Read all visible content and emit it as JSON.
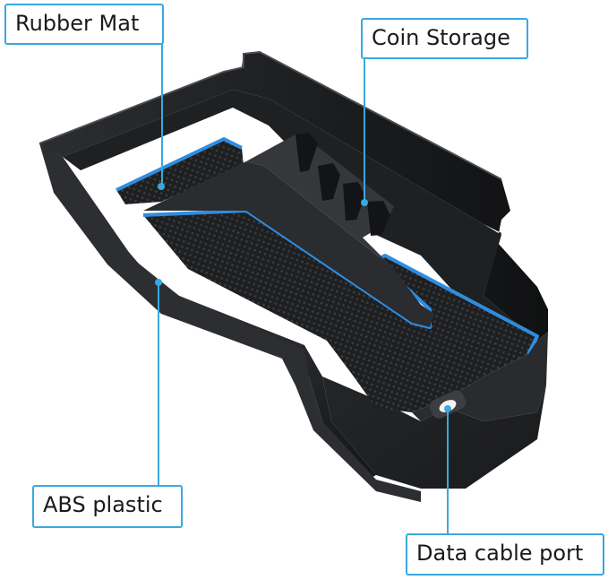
{
  "labels": {
    "rubber_mat": "Rubber Mat",
    "coin_storage": "Coin Storage",
    "abs_plastic": "ABS plastic",
    "data_cable_port": "Data cable port"
  },
  "colors": {
    "callout_border": "#3aa8e0",
    "tray_body": "#1c1d1f",
    "tray_shadow": "#0d0e0f",
    "tray_highlight": "#3a3c40",
    "mat_trim": "#2f8de0",
    "mat_texture": "#2b2c2e"
  }
}
